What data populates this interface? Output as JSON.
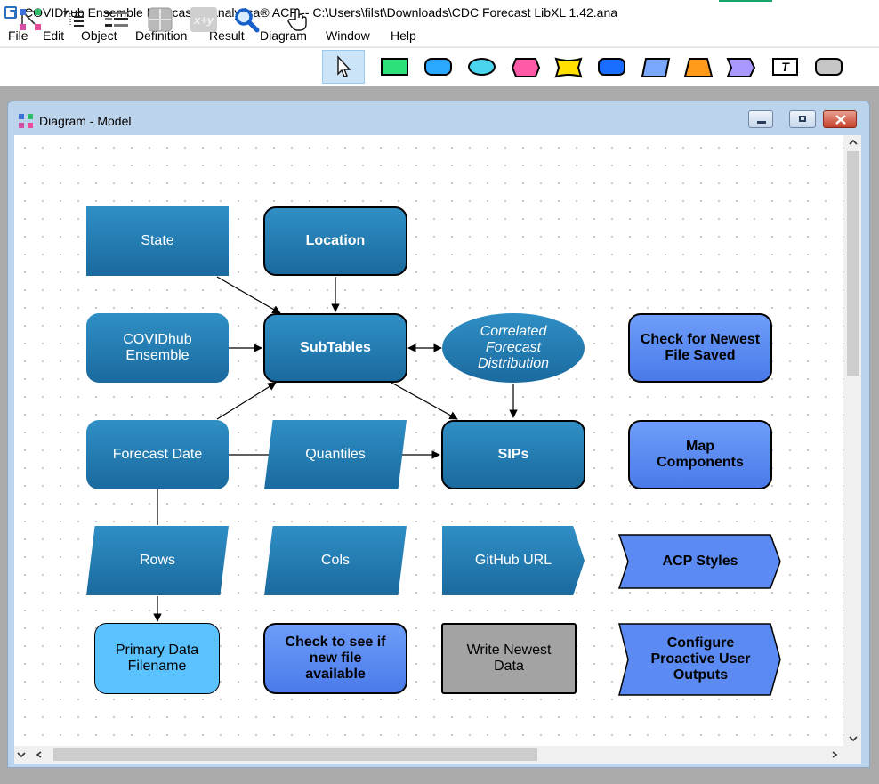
{
  "window_title": "COVIDhub Ensemble Forecast -- Analytica® ACP -- C:\\Users\\filst\\Downloads\\CDC Forecast LibXL 1.42.ana",
  "menu": [
    "File",
    "Edit",
    "Object",
    "Definition",
    "Result",
    "Diagram",
    "Window",
    "Help"
  ],
  "toolbar": {
    "tools": [
      "arrange-icon",
      "outline-icon",
      "list-icon",
      "table-icon",
      "expression-icon",
      "zoom-icon",
      "hand-icon",
      "pointer-icon"
    ],
    "xy_label": "x+y",
    "text_tool_label": "T",
    "shape_colors": [
      "#2ee07a",
      "#2aa8ff",
      "#4ad4ee",
      "#ff5aa8",
      "#ffe000",
      "#1a6cff",
      "#7aa8ff",
      "#ff9a1a",
      "#a898ff"
    ]
  },
  "diagram_window": {
    "title": "Diagram - Model"
  },
  "nodes": {
    "state": "State",
    "location": "Location",
    "covidhub": "COVIDhub Ensemble",
    "subtables": "SubTables",
    "correlated": "Correlated Forecast Distribution",
    "check_newest": "Check for Newest File Saved",
    "forecast_date": "Forecast Date",
    "quantiles": "Quantiles",
    "sips": "SIPs",
    "map_components": "Map Components",
    "rows": "Rows",
    "cols": "Cols",
    "github_url": "GitHub URL",
    "acp_styles": "ACP Styles",
    "primary_filename": "Primary Data Filename",
    "check_new_file": "Check to see if new file available",
    "write_newest": "Write Newest Data",
    "configure_outputs": "Configure Proactive User Outputs"
  },
  "colors": {
    "decision_blue": "#1f77b0",
    "module_blue": "#5b8bf2",
    "file_blue": "#5ac2ff",
    "gray_button": "#a3a3a3"
  }
}
